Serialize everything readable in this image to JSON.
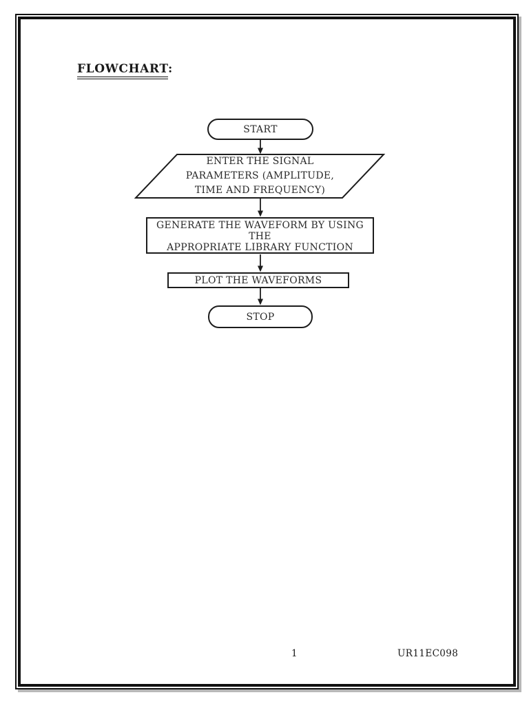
{
  "document": {
    "title": "FLOWCHART",
    "title_suffix": ":",
    "footer": {
      "page_number": "1",
      "doc_code": "UR11EC098"
    }
  },
  "flowchart": {
    "start": {
      "label": "START"
    },
    "input": {
      "line1": "ENTER THE SIGNAL",
      "line2": "PARAMETERS (AMPLITUDE,",
      "line3": "TIME AND FREQUENCY)"
    },
    "generate": {
      "line1": "GENERATE THE WAVEFORM BY USING THE",
      "line2": "APPROPRIATE LIBRARY FUNCTION"
    },
    "plot": {
      "label": "PLOT THE WAVEFORMS"
    },
    "stop": {
      "label": "STOP"
    }
  },
  "colors": {
    "ink": "#1a1a1a",
    "page_background": "#ffffff",
    "border": "#111111"
  }
}
